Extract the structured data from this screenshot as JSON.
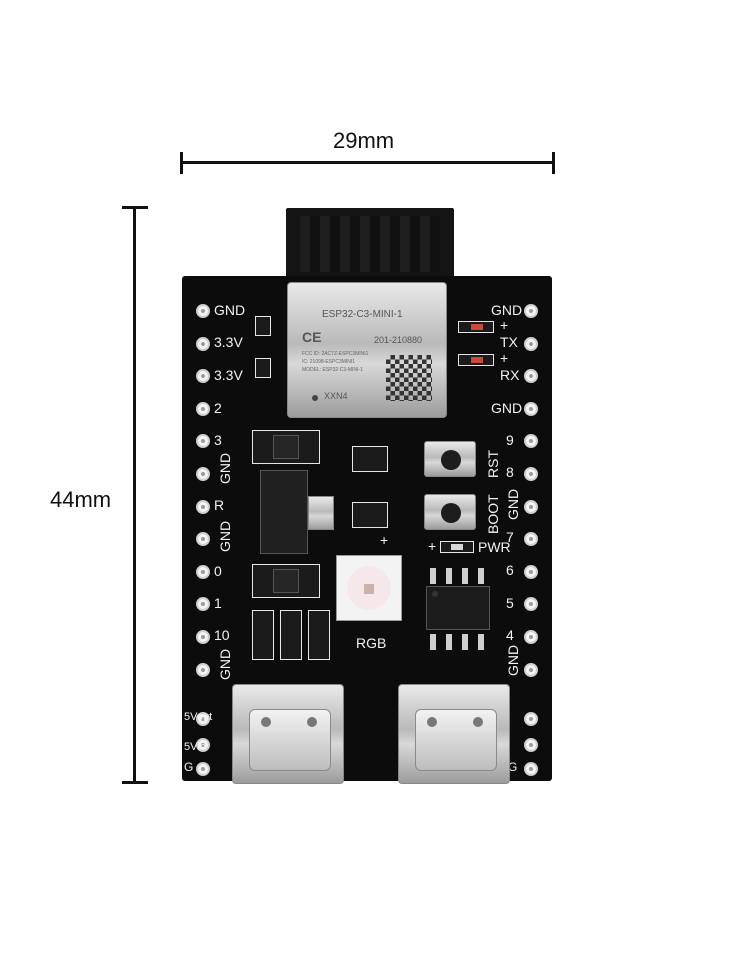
{
  "dimensions": {
    "width_label": "29mm",
    "height_label": "44mm"
  },
  "module": {
    "name": "ESP32-C3-MINI-1",
    "cert_line": "201-210880",
    "fcc_line1": "FCC ID: 2AC7Z-ESPC3MINI1",
    "fcc_line2": "IC: 21098-ESPC3MINI1",
    "model_line": "MODEL: ESP32-C3-MINI-1",
    "variant": "XXN4",
    "ce_mark": "CE"
  },
  "left_pins": [
    "GND",
    "3.3V",
    "3.3V",
    "2",
    "3",
    "GND",
    "R",
    "GND",
    "0",
    "1",
    "10",
    "GND",
    "5Vout",
    "5Vin",
    "G"
  ],
  "right_pins": [
    "GND",
    "TX",
    "RX",
    "GND",
    "9",
    "8",
    "GND",
    "7",
    "6",
    "5",
    "4",
    "GND",
    "",
    "",
    "G"
  ],
  "board_labels": {
    "rst": "RST",
    "boot": "BOOT",
    "pwr": "PWR",
    "rgb": "RGB",
    "plus": "+"
  },
  "colors": {
    "pcb": "#0c0c0c",
    "silkscreen": "#f2f2f2",
    "pad": "#f4f4f4"
  }
}
